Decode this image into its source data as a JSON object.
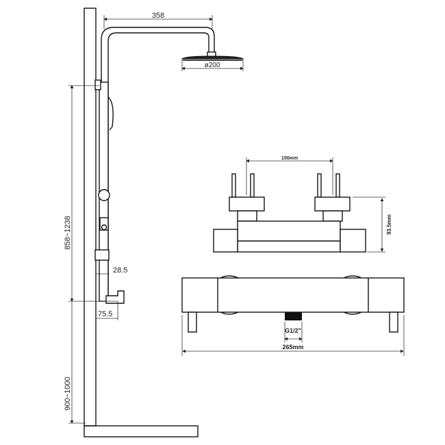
{
  "shower_column": {
    "top_width_label": "358",
    "head_diameter_label": "ø200",
    "column_height_label": "858~1238",
    "mount_height_label": "900~1000",
    "pipe_offset_label": "28.5",
    "outlet_offset_label": "75.5"
  },
  "thermostat": {
    "inlet_spacing_label": "150mm",
    "depth_label": "93.5mm",
    "outlet_thread_label": "G1/2\"",
    "length_label": "265mm"
  }
}
